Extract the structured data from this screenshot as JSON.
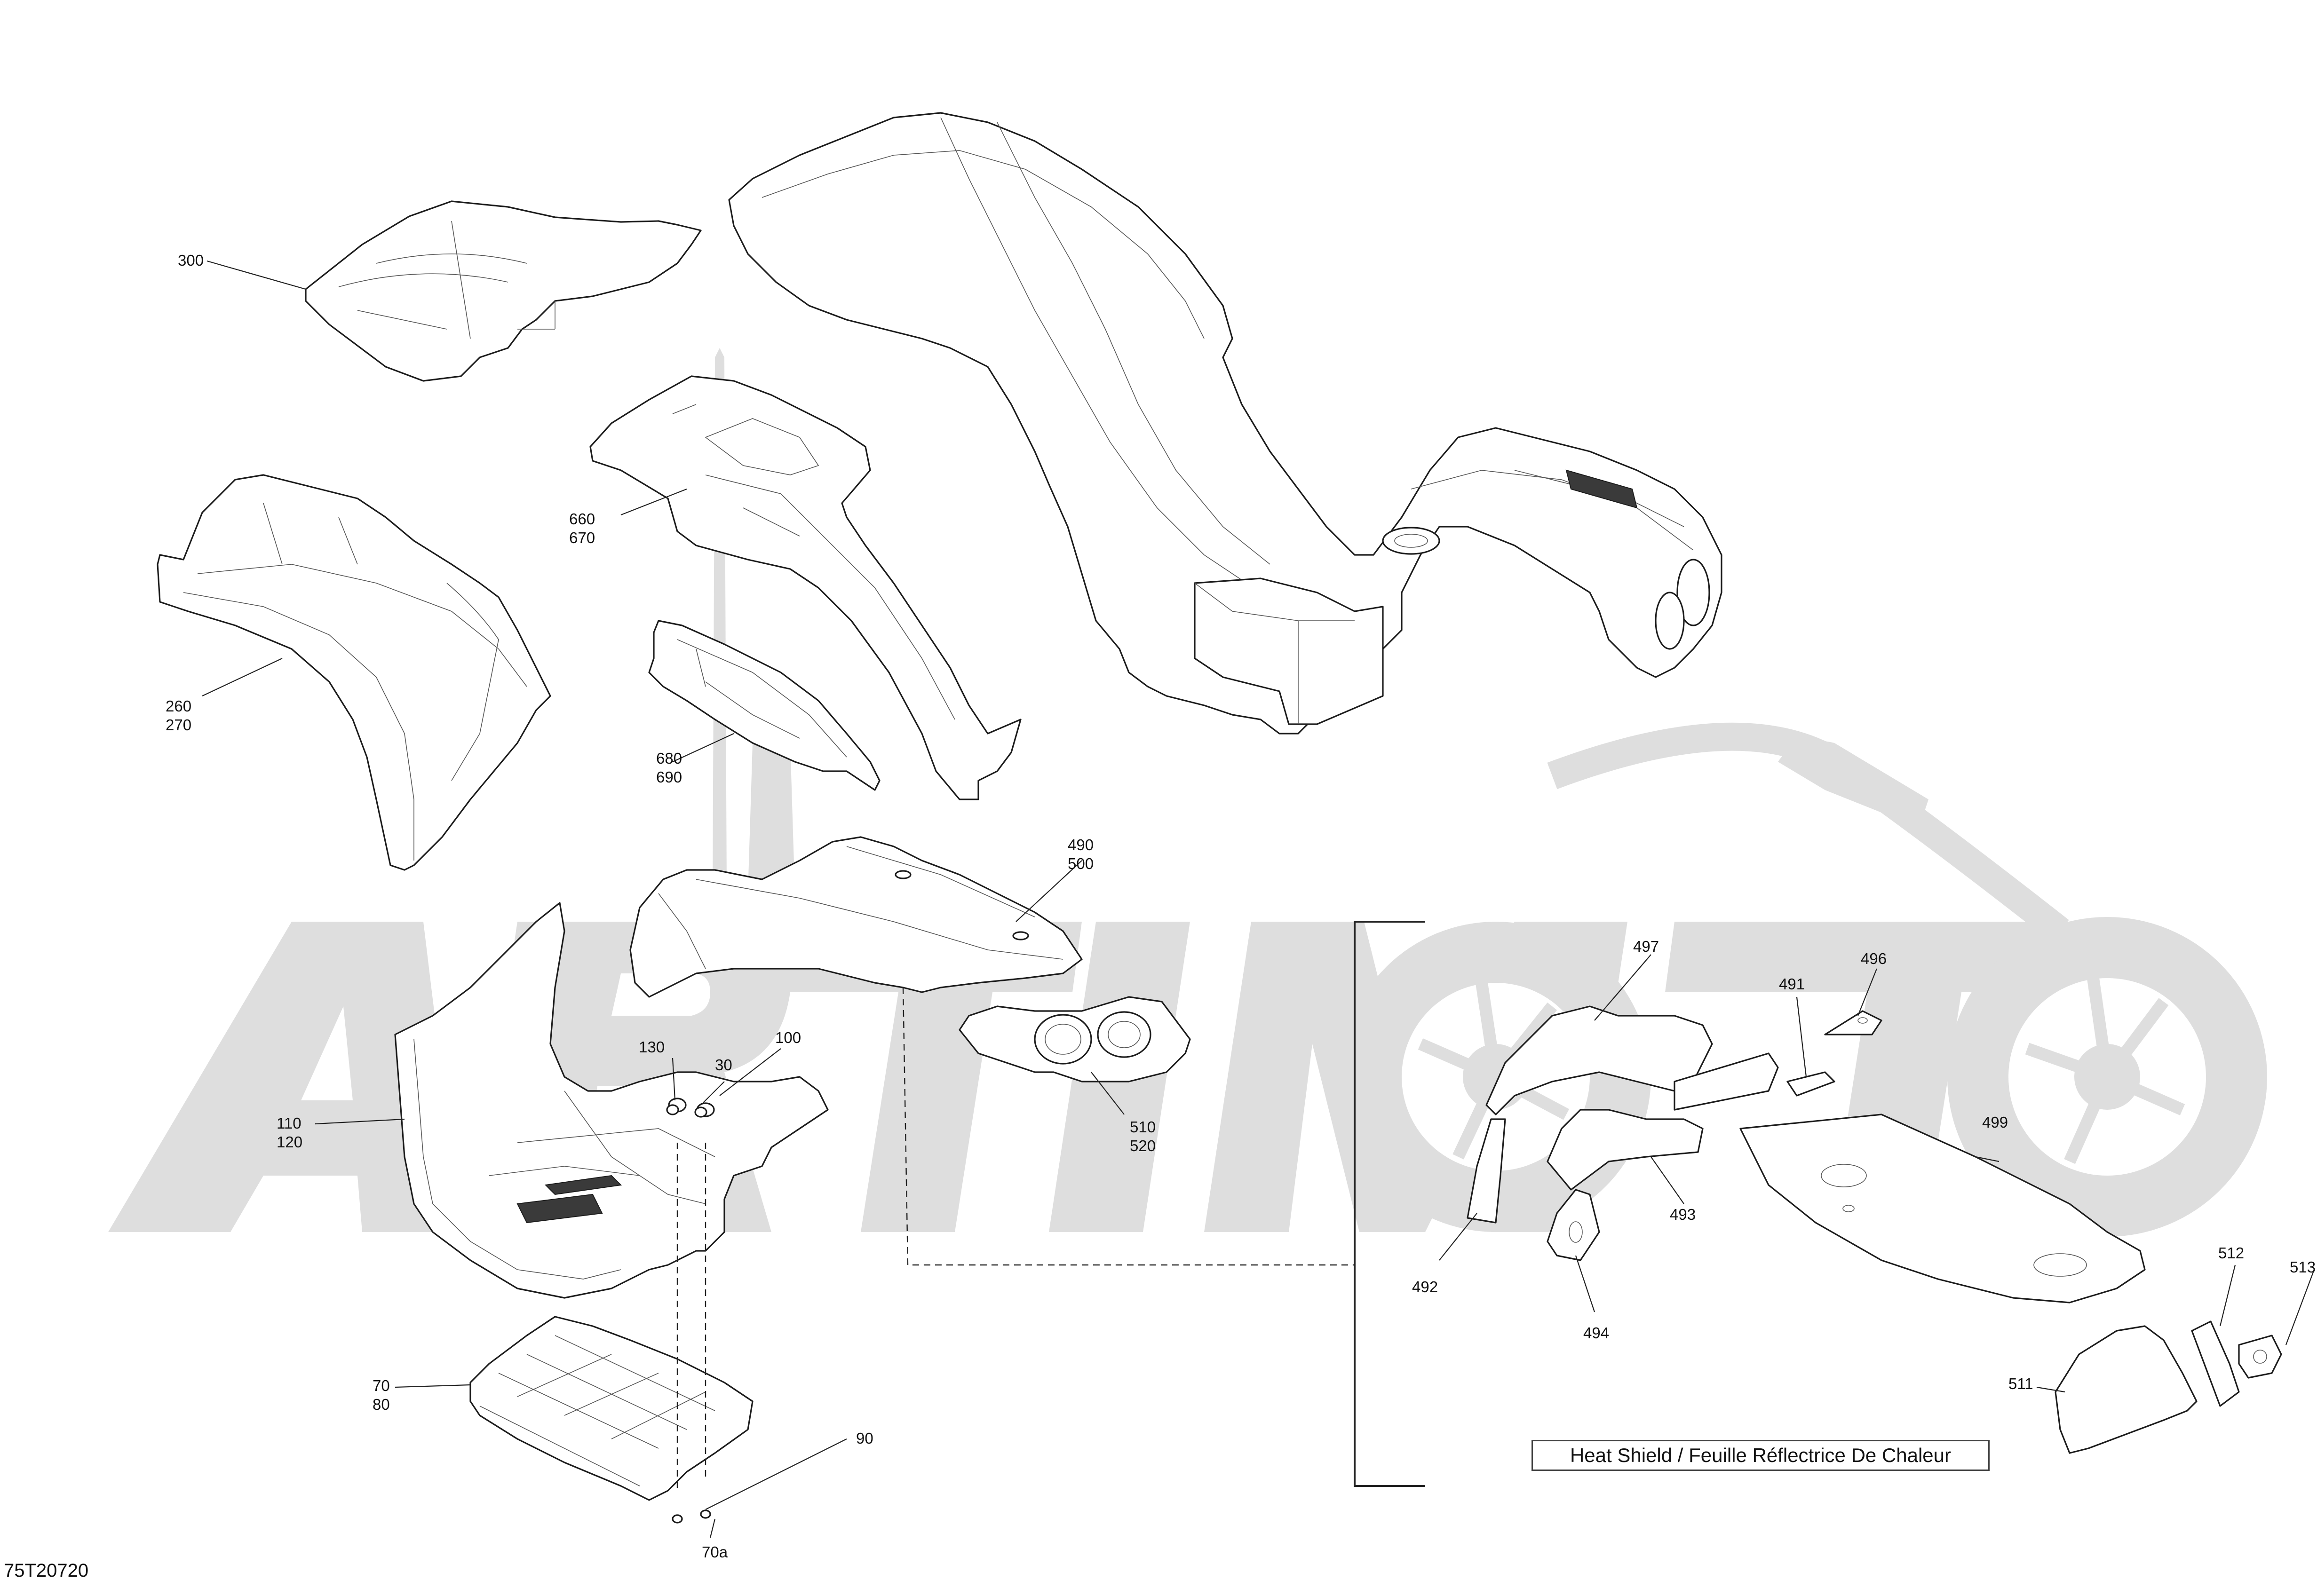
{
  "diagram": {
    "code": "75T20720",
    "caption": "Heat Shield / Feuille Réflectrice De Chaleur",
    "watermark": "ARTIMOTO",
    "callouts": [
      {
        "id": "c300",
        "lines": [
          "300"
        ]
      },
      {
        "id": "c660",
        "lines": [
          "660",
          "670"
        ]
      },
      {
        "id": "c260",
        "lines": [
          "260",
          "270"
        ]
      },
      {
        "id": "c680",
        "lines": [
          "680",
          "690"
        ]
      },
      {
        "id": "c490",
        "lines": [
          "490",
          "500"
        ]
      },
      {
        "id": "c130",
        "lines": [
          "130"
        ]
      },
      {
        "id": "c30",
        "lines": [
          "30"
        ]
      },
      {
        "id": "c100",
        "lines": [
          "100"
        ]
      },
      {
        "id": "c110",
        "lines": [
          "110",
          "120"
        ]
      },
      {
        "id": "c510",
        "lines": [
          "510",
          "520"
        ]
      },
      {
        "id": "c70",
        "lines": [
          "70",
          "80"
        ]
      },
      {
        "id": "c90",
        "lines": [
          "90"
        ]
      },
      {
        "id": "c70a",
        "lines": [
          "70a"
        ]
      },
      {
        "id": "c497",
        "lines": [
          "497"
        ]
      },
      {
        "id": "c491",
        "lines": [
          "491"
        ]
      },
      {
        "id": "c496",
        "lines": [
          "496"
        ]
      },
      {
        "id": "c499",
        "lines": [
          "499"
        ]
      },
      {
        "id": "c493",
        "lines": [
          "493"
        ]
      },
      {
        "id": "c492",
        "lines": [
          "492"
        ]
      },
      {
        "id": "c494",
        "lines": [
          "494"
        ]
      },
      {
        "id": "c512",
        "lines": [
          "512"
        ]
      },
      {
        "id": "c513",
        "lines": [
          "513"
        ]
      },
      {
        "id": "c511",
        "lines": [
          "511"
        ]
      }
    ]
  }
}
